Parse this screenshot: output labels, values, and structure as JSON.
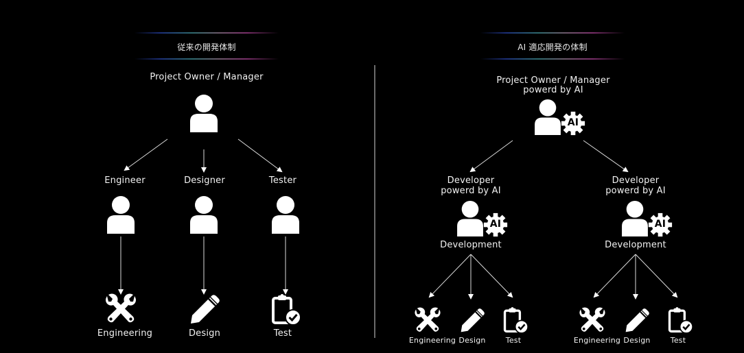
{
  "left": {
    "header": "従来の開発体制",
    "owner_label": "Project Owner / Manager",
    "roles": [
      {
        "label": "Engineer",
        "output": "Engineering",
        "output_icon": "tools-icon"
      },
      {
        "label": "Designer",
        "output": "Design",
        "output_icon": "pencil-icon"
      },
      {
        "label": "Tester",
        "output": "Test",
        "output_icon": "clipboard-check-icon"
      }
    ]
  },
  "right": {
    "header": "AI 適応開発の体制",
    "owner_label_line1": "Project Owner / Manager",
    "owner_label_line2": "powerd by AI",
    "ai_badge": "AI",
    "developers": [
      {
        "label_line1": "Developer",
        "label_line2": "powerd by AI",
        "activity": "Development",
        "outputs": [
          {
            "label": "Engineering",
            "icon": "tools-icon"
          },
          {
            "label": "Design",
            "icon": "pencil-icon"
          },
          {
            "label": "Test",
            "icon": "clipboard-check-icon"
          }
        ]
      },
      {
        "label_line1": "Developer",
        "label_line2": "powerd by AI",
        "activity": "Development",
        "outputs": [
          {
            "label": "Engineering",
            "icon": "tools-icon"
          },
          {
            "label": "Design",
            "icon": "pencil-icon"
          },
          {
            "label": "Test",
            "icon": "clipboard-check-icon"
          }
        ]
      }
    ]
  },
  "colors": {
    "background": "#000000",
    "foreground": "#ffffff",
    "divider": "#6b6b6b",
    "gradient": [
      "#1c2f7a",
      "#2e6a6e",
      "#7a2e6a"
    ]
  }
}
